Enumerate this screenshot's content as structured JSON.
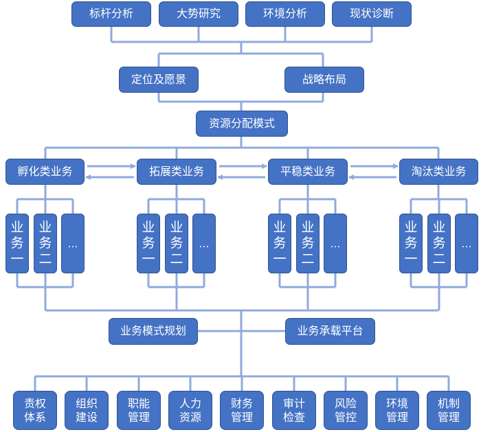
{
  "colors": {
    "box_fill": "#4472c4",
    "box_border": "#2f528f",
    "connector": "#8faadc",
    "text": "#ffffff"
  },
  "analysis_row": [
    {
      "label": "标杆分析"
    },
    {
      "label": "大势研究"
    },
    {
      "label": "环境分析"
    },
    {
      "label": "现状诊断"
    }
  ],
  "strategy_row": [
    {
      "label": "定位及愿景"
    },
    {
      "label": "战略布局"
    }
  ],
  "resource": {
    "label": "资源分配模式"
  },
  "categories": [
    {
      "label": "孵化类业务",
      "subs": [
        [
          "业",
          "务",
          "一"
        ],
        [
          "业",
          "务",
          "二"
        ],
        [
          "…"
        ]
      ]
    },
    {
      "label": "拓展类业务",
      "subs": [
        [
          "业",
          "务",
          "一"
        ],
        [
          "业",
          "务",
          "二"
        ],
        [
          "…"
        ]
      ]
    },
    {
      "label": "平稳类业务",
      "subs": [
        [
          "业",
          "务",
          "一"
        ],
        [
          "业",
          "务",
          "二"
        ],
        [
          "…"
        ]
      ]
    },
    {
      "label": "淘汰类业务",
      "subs": [
        [
          "业",
          "务",
          "一"
        ],
        [
          "业",
          "务",
          "二"
        ],
        [
          "…"
        ]
      ]
    }
  ],
  "platform_row": [
    {
      "label": "业务模式规划"
    },
    {
      "label": "业务承载平台"
    }
  ],
  "support_row": [
    {
      "line1": "责权",
      "line2": "体系"
    },
    {
      "line1": "组织",
      "line2": "建设"
    },
    {
      "line1": "职能",
      "line2": "管理"
    },
    {
      "line1": "人力",
      "line2": "资源"
    },
    {
      "line1": "财务",
      "line2": "管理"
    },
    {
      "line1": "审计",
      "line2": "检查"
    },
    {
      "line1": "风险",
      "line2": "管控"
    },
    {
      "line1": "环境",
      "line2": "管理"
    },
    {
      "line1": "机制",
      "line2": "管理"
    }
  ]
}
